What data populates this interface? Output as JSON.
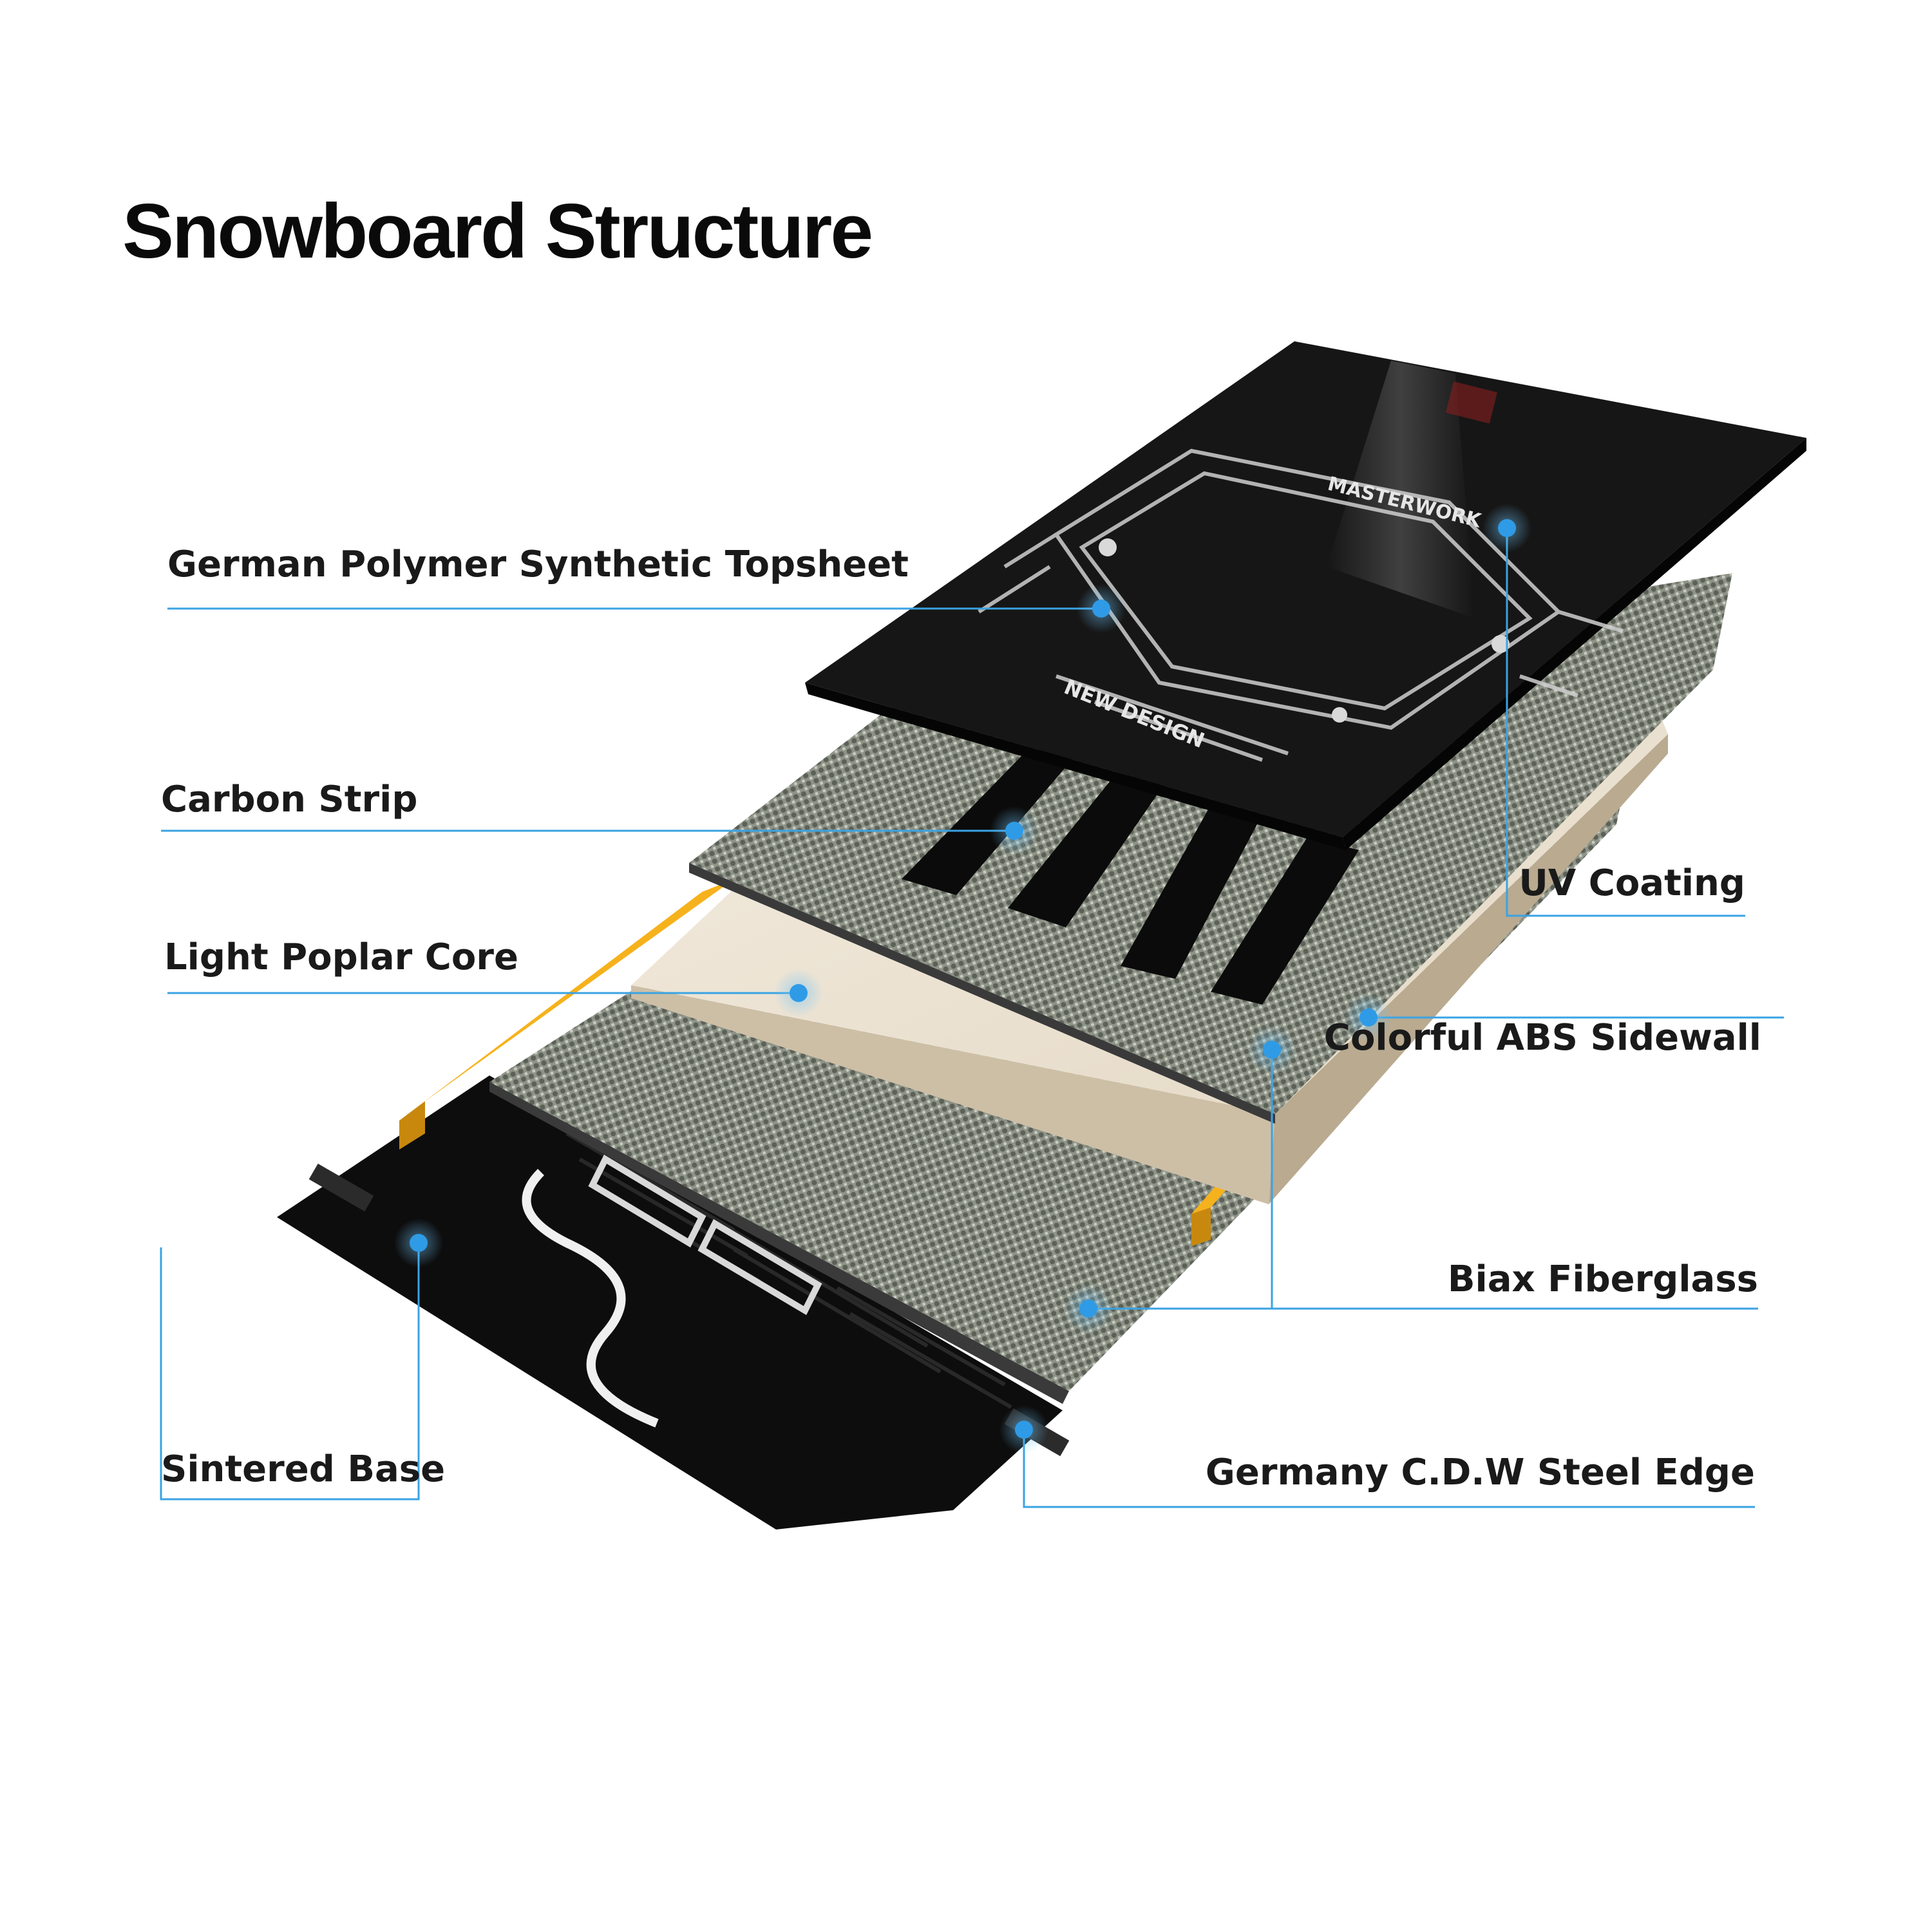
{
  "title": "Snowboard Structure",
  "colors": {
    "leader": "#3aa3e3",
    "dot": "#2f9be6",
    "sidewall": "#f6b21c",
    "topsheet": "#161616",
    "base": "#0d0d0d",
    "core": "#efe6d6",
    "fiberglass": "#8f9488"
  },
  "topsheet_print": {
    "text_upper": "MASTERWORK",
    "text_lower": "NEW DESIGN"
  },
  "labels": {
    "topsheet": "German Polymer Synthetic Topsheet",
    "carbon": "Carbon Strip",
    "core": "Light Poplar Core",
    "base": "Sintered Base",
    "uv": "UV Coating",
    "sidewall": "Colorful ABS Sidewall",
    "fiberglass": "Biax Fiberglass",
    "edge": "Germany C.D.W Steel Edge"
  }
}
